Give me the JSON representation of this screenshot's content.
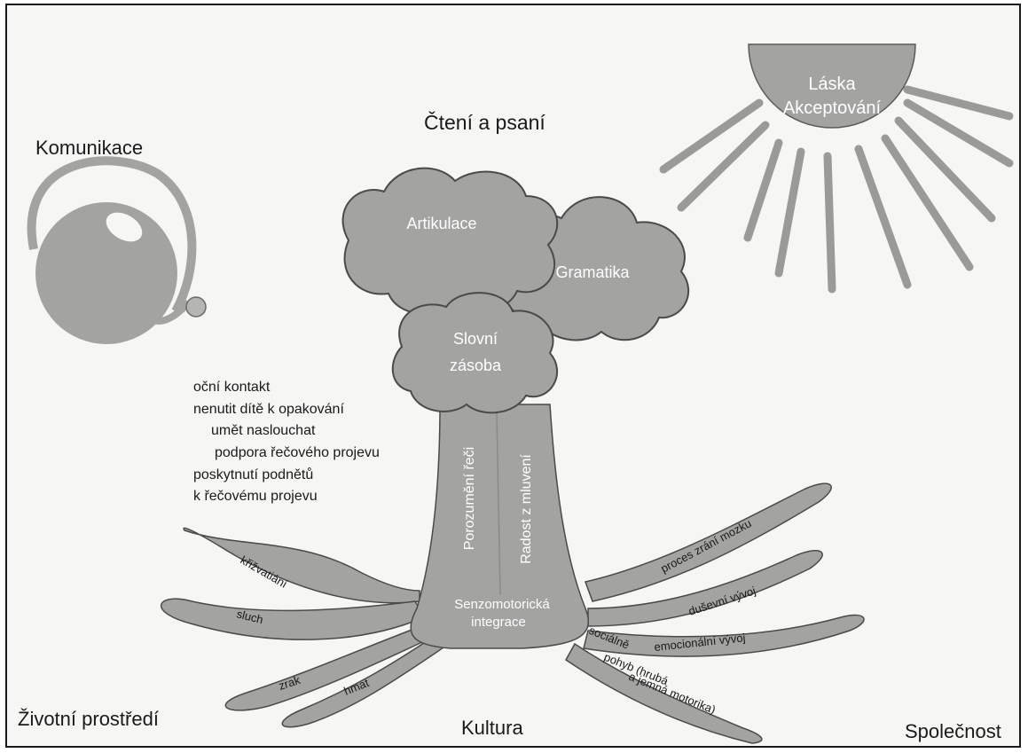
{
  "corners": {
    "top_left": "Komunikace",
    "bottom_left": "Životní prostředí",
    "bottom_center": "Kultura",
    "bottom_right": "Společnost"
  },
  "sun": {
    "line1": "Láska",
    "line2": "Akceptování"
  },
  "crown_title": "Čtení a psaní",
  "crown": {
    "articulation": "Artikulace",
    "grammar": "Gramatika",
    "vocab_line1": "Slovní",
    "vocab_line2": "zásoba"
  },
  "trunk": {
    "left": "Porozumění řeči",
    "right": "Radost z mluvení",
    "base_line1": "Senzomotorická",
    "base_line2": "integrace"
  },
  "roots_left": {
    "crossing": "křižvatiání",
    "hearing": "sluch",
    "sight": "zrak",
    "touch": "hmat"
  },
  "roots_right": {
    "brain": "proces zrání mozku",
    "mental": "duševní vývoj",
    "social": "sociálně",
    "emotional": "emocionální vývoj",
    "movement_line1": "pohyb (hrubá",
    "movement_line2": "a jemná motorika)"
  },
  "tips": [
    "oční kontakt",
    "nenutit dítě k opakování",
    "umět naslouchat",
    "podpora řečového projevu",
    "poskytnutí podnětů",
    "k řečovému projevu"
  ],
  "colors": {
    "shape": "#a3a3a1",
    "shape_edge": "#4a4a4a",
    "background": "#f6f6f4"
  }
}
